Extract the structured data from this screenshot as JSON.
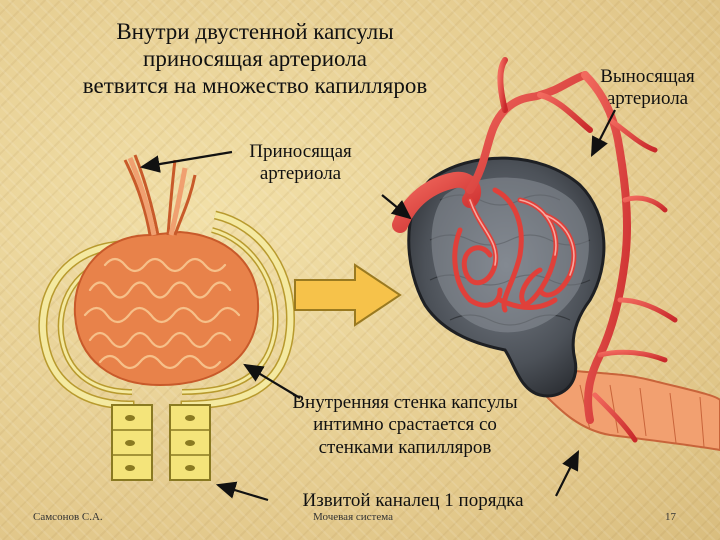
{
  "slide": {
    "title_lines": [
      "Внутри двустенной капсулы",
      "приносящая артериола",
      "ветвится на множество капилляров"
    ],
    "label_efferent": [
      "Выносящая",
      "артериола"
    ],
    "label_afferent": [
      "Приносящая",
      "артериола"
    ],
    "label_inner_wall": [
      "Внутренняя стенка капсулы",
      "интимно срастается со",
      "стенками капилляров"
    ],
    "label_tubule": "Извитой каналец 1 порядка",
    "footer_author": "Самсонов С.А.",
    "footer_topic": "Мочевая система",
    "page_number": "17"
  },
  "colors": {
    "background": "#e8d49a",
    "capillary_orange": "#e8824a",
    "capsule_yellow": "#f4e9a0",
    "vessel_red": "#e53a3a",
    "capsule_dark": "#3b3f45",
    "arrow_fill": "#f6c24a"
  }
}
